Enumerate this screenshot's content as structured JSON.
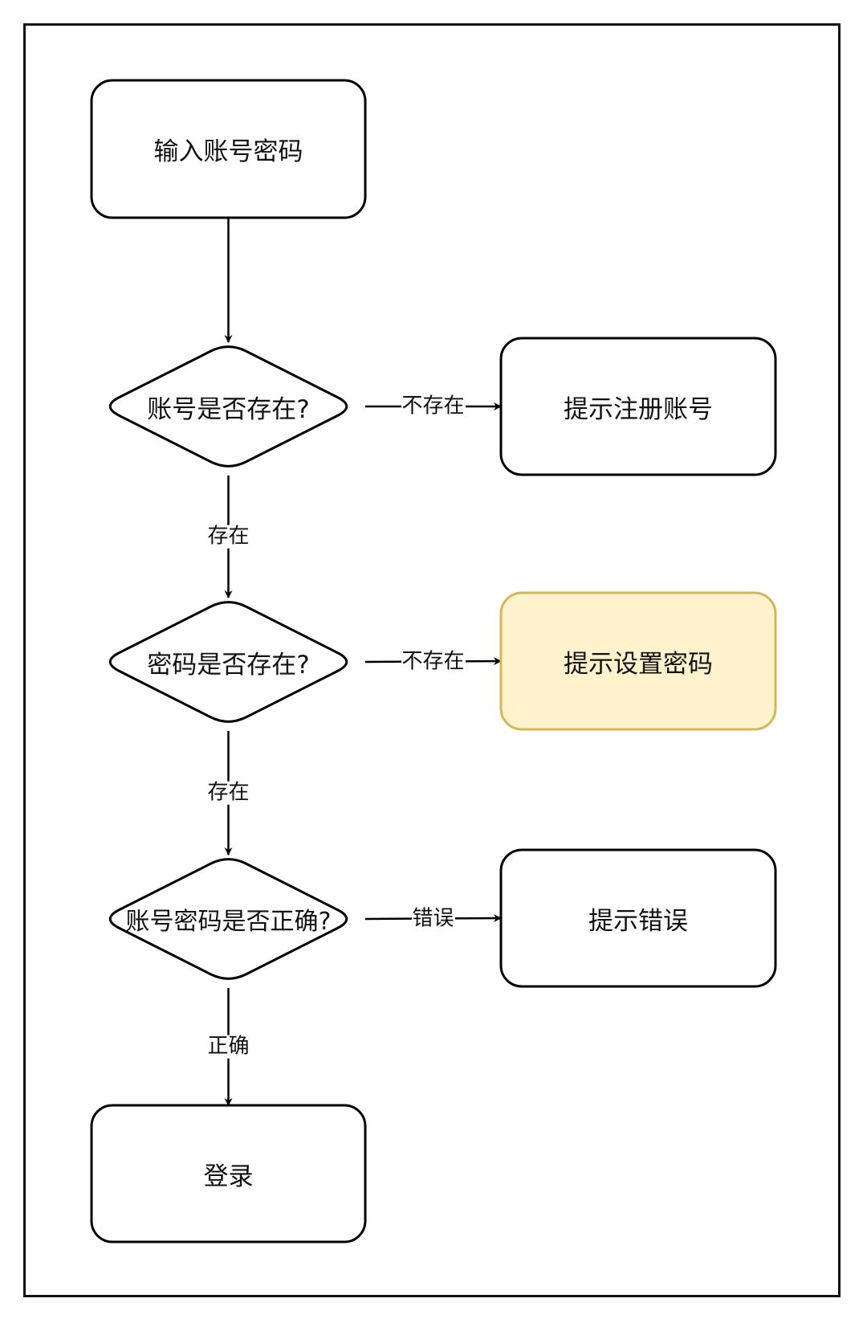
{
  "diagram": {
    "type": "flowchart",
    "title": "",
    "nodes": [
      {
        "id": "input",
        "shape": "rounded-rect",
        "label": "输入账号密码"
      },
      {
        "id": "check_account",
        "shape": "diamond",
        "label": "账号是否存在?"
      },
      {
        "id": "prompt_register",
        "shape": "rounded-rect",
        "label": "提示注册账号"
      },
      {
        "id": "check_password",
        "shape": "diamond",
        "label": "密码是否存在?"
      },
      {
        "id": "prompt_set_password",
        "shape": "rounded-rect",
        "label": "提示设置密码",
        "highlighted": true
      },
      {
        "id": "check_correct",
        "shape": "diamond",
        "label": "账号密码是否正确?"
      },
      {
        "id": "prompt_error",
        "shape": "rounded-rect",
        "label": "提示错误"
      },
      {
        "id": "login",
        "shape": "rounded-rect",
        "label": "登录"
      }
    ],
    "edges": [
      {
        "from": "input",
        "to": "check_account",
        "label": ""
      },
      {
        "from": "check_account",
        "to": "prompt_register",
        "label": "不存在"
      },
      {
        "from": "check_account",
        "to": "check_password",
        "label": "存在"
      },
      {
        "from": "check_password",
        "to": "prompt_set_password",
        "label": "不存在"
      },
      {
        "from": "check_password",
        "to": "check_correct",
        "label": "存在"
      },
      {
        "from": "check_correct",
        "to": "prompt_error",
        "label": "错误"
      },
      {
        "from": "check_correct",
        "to": "login",
        "label": "正确"
      }
    ],
    "colors": {
      "stroke": "#000000",
      "highlight_fill": "#fff2cc",
      "highlight_stroke": "#d6b656",
      "background": "#ffffff"
    }
  }
}
